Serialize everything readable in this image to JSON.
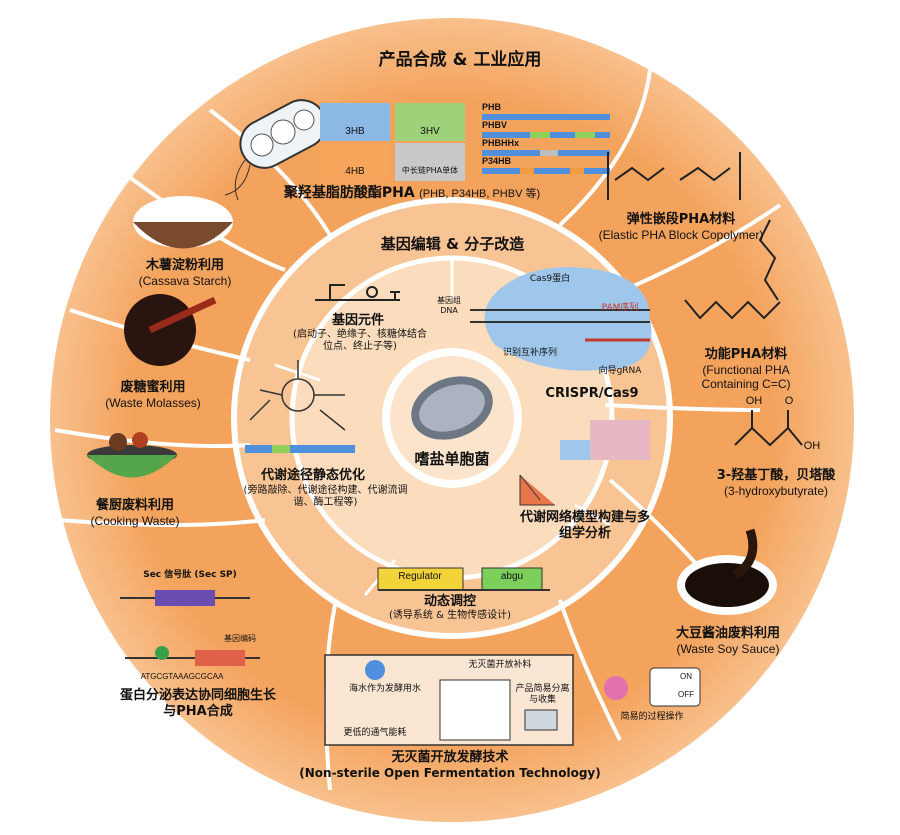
{
  "colors": {
    "outer": "#f4a35d",
    "outer_edge": "#f7b980",
    "middle": "#f8c89a",
    "inner": "#fbe0c5",
    "core": "#ffffff",
    "divider": "#ffffff"
  },
  "outer": {
    "title": "产品合成 & 工业应用",
    "pha": {
      "label": "聚羟基脂肪酸酯PHA",
      "sub": "(PHB, P34HB, PHBV 等)",
      "monomers": [
        "3HB",
        "3HV",
        "4HB",
        "中长链PHA单体"
      ],
      "polymers": [
        "PHB",
        "PHBV",
        "PHBHHx",
        "P34HB"
      ]
    },
    "elastic": {
      "zh": "弹性嵌段PHA材料",
      "en": "(Elastic PHA Block Copolymer)"
    },
    "functional": {
      "zh": "功能PHA材料",
      "en": "(Functional PHA Containing C=C)"
    },
    "hydroxy": {
      "zh": "3-羟基丁酸，贝塔酸",
      "en": "(3-hydroxybutyrate)",
      "oh1": "OH",
      "oh2": "OH",
      "o": "O"
    },
    "soy": {
      "zh": "大豆酱油废料利用",
      "en": "(Waste Soy Sauce)"
    },
    "fermentation": {
      "zh": "无灭菌开放发酵技术",
      "en": "(Non-sterile Open Fermentation Technology)",
      "seawater": "海水作为发酵用水",
      "feed": "无灭菌开放补料",
      "product": "产品简易分离与收集",
      "air": "更低的通气能耗",
      "simple": "简易的过程操作",
      "on": "ON",
      "off": "OFF"
    },
    "protein": {
      "zh": "蛋白分泌表达协同细胞生长与PHA合成",
      "signal": "Sec 信号肽 (Sec SP)",
      "seq": "ATGCGTAAAGCGCAA",
      "gene": "基因编码"
    },
    "cooking": {
      "zh": "餐厨废料利用",
      "en": "(Cooking Waste)"
    },
    "molasses": {
      "zh": "废糖蜜利用",
      "en": "(Waste Molasses)"
    },
    "cassava": {
      "zh": "木薯淀粉利用",
      "en": "(Cassava Starch)"
    }
  },
  "middle": {
    "title": "基因编辑 & 分子改造",
    "parts": {
      "zh": "基因元件",
      "desc": "(启动子、绝缘子、核糖体结合位点、终止子等)"
    },
    "crispr": {
      "label": "CRISPR/Cas9",
      "cas9": "Cas9蛋白",
      "genome": "基因组DNA",
      "pam": "PAM序列",
      "recog": "识别互补序列",
      "grna": "向导gRNA"
    },
    "network": {
      "zh": "代谢网络模型构建与多组学分析"
    },
    "dynamic": {
      "zh": "动态调控",
      "desc": "(诱导系统 & 生物传感设计)",
      "regulator": "Regulator",
      "gene": "abgu"
    },
    "static": {
      "zh": "代谢途径静态优化",
      "desc": "(旁路敲除、代谢途径构建、代谢流调谐、酶工程等)"
    }
  },
  "core": {
    "label": "嗜盐单胞菌"
  }
}
